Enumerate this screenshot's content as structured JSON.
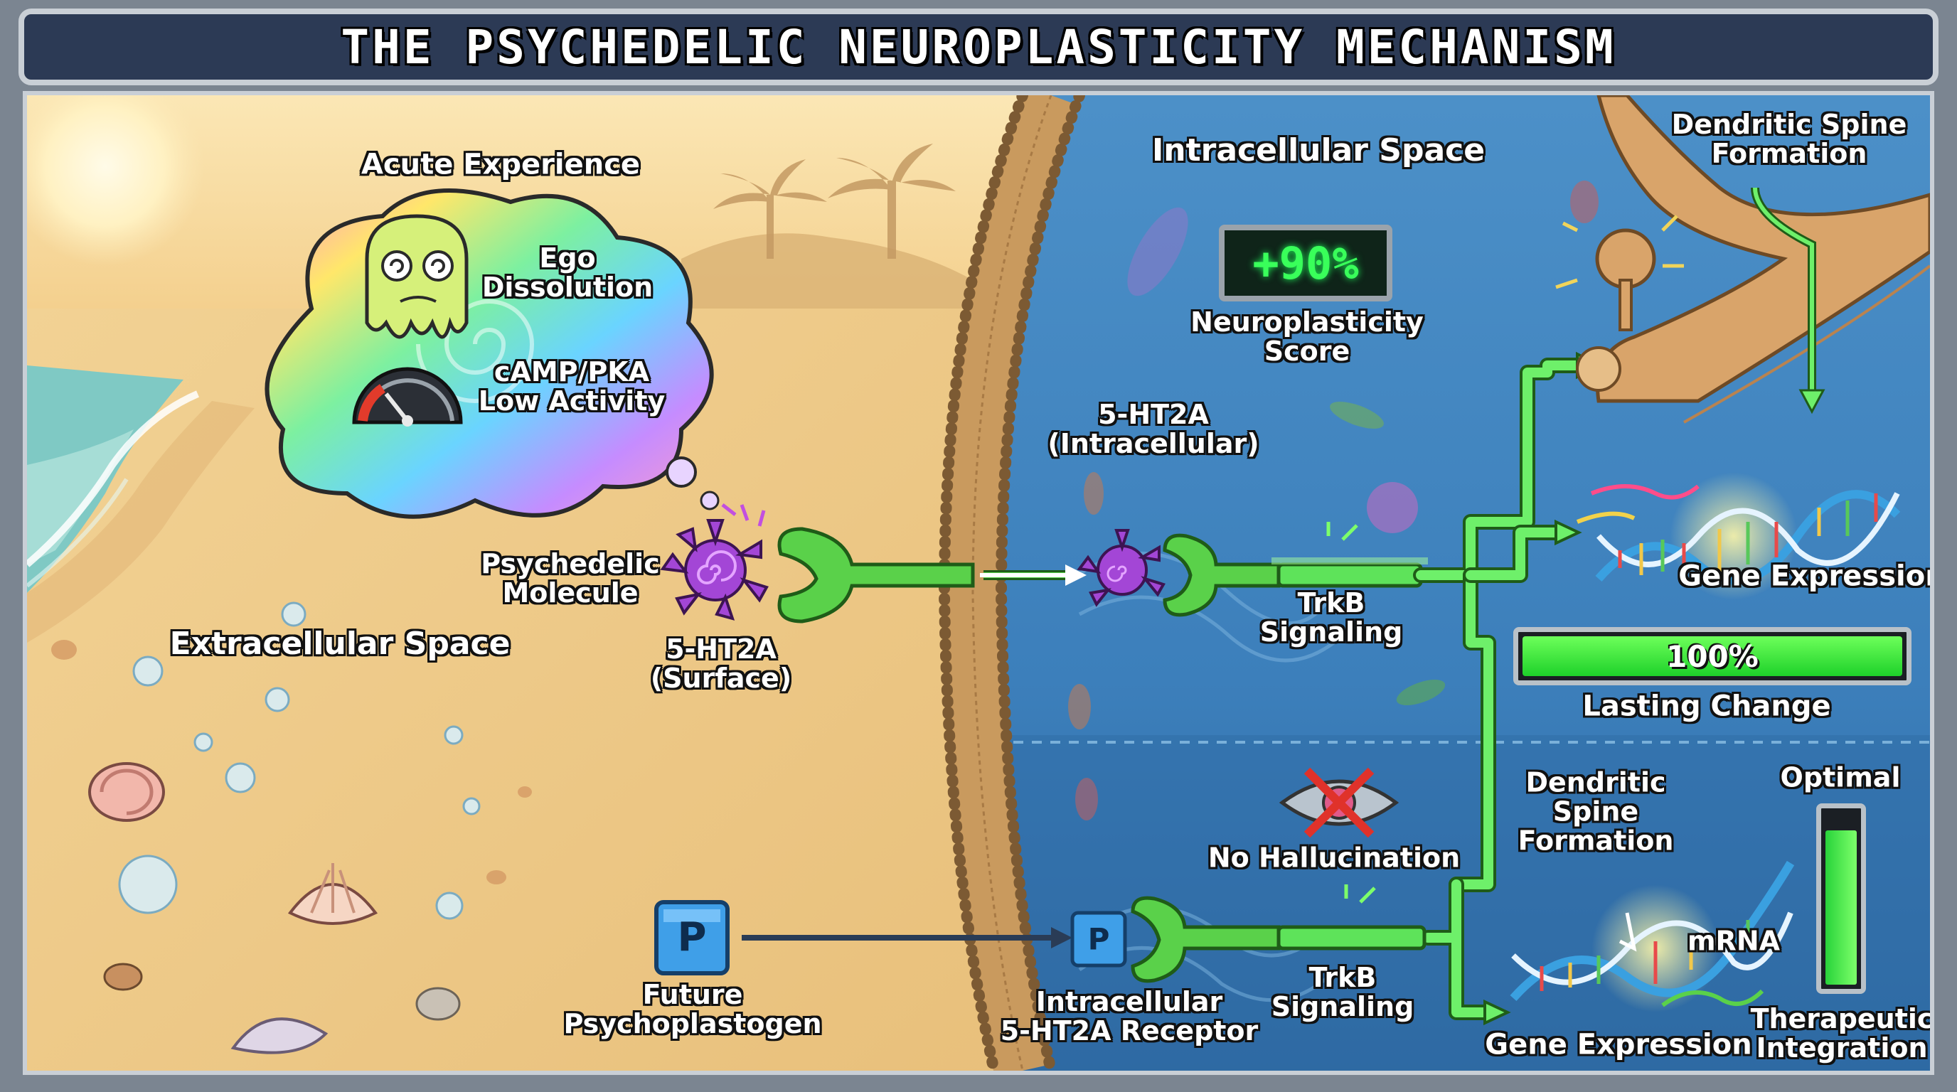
{
  "title": "THE PSYCHEDELIC NEUROPLASTICITY MECHANISM",
  "labels": {
    "acute_experience": "Acute Experience",
    "ego_dissolution": "Ego\nDissolution",
    "camp_pka": "cAMP/PKA\nLow Activity",
    "extracellular_space": "Extracellular Space",
    "intracellular_space": "Intracellular Space",
    "psychedelic_molecule": "Psychedelic\nMolecule",
    "receptor_surface": "5-HT2A\n(Surface)",
    "receptor_intracellular": "5-HT2A\n(Intracellular)",
    "neuroplasticity_score": "Neuroplasticity\nScore",
    "trkb_signaling_top": "TrkB\nSignaling",
    "dendritic_spine_top": "Dendritic Spine\nFormation",
    "gene_expression_top": "Gene Expression",
    "lasting_change": "Lasting Change",
    "no_hallucination": "No Hallucination",
    "future_psychoplastogen": "Future\nPsychoplastogen",
    "intracellular_receptor": "Intracellular\n5-HT2A Receptor",
    "trkb_signaling_bottom": "TrkB\nSignaling",
    "dendritic_spine_bottom": "Dendritic\nSpine\nFormation",
    "mrna": "mRNA",
    "gene_expression_bottom": "Gene Expression",
    "optimal": "Optimal",
    "therapeutic_integration": "Therapeutic\nIntegration",
    "p_symbol": "P"
  },
  "score": {
    "value_text": "+90%",
    "value": 90
  },
  "lasting_change": {
    "value_text": "100%",
    "value": 100
  },
  "therapeutic_gauge": {
    "value": 90
  },
  "colors": {
    "sand": "#f2cd8a",
    "cell_blue": "#3f82bd",
    "signal_green": "#5ee35a",
    "molecule_purple": "#a346d6",
    "membrane": "#c99a5e"
  }
}
